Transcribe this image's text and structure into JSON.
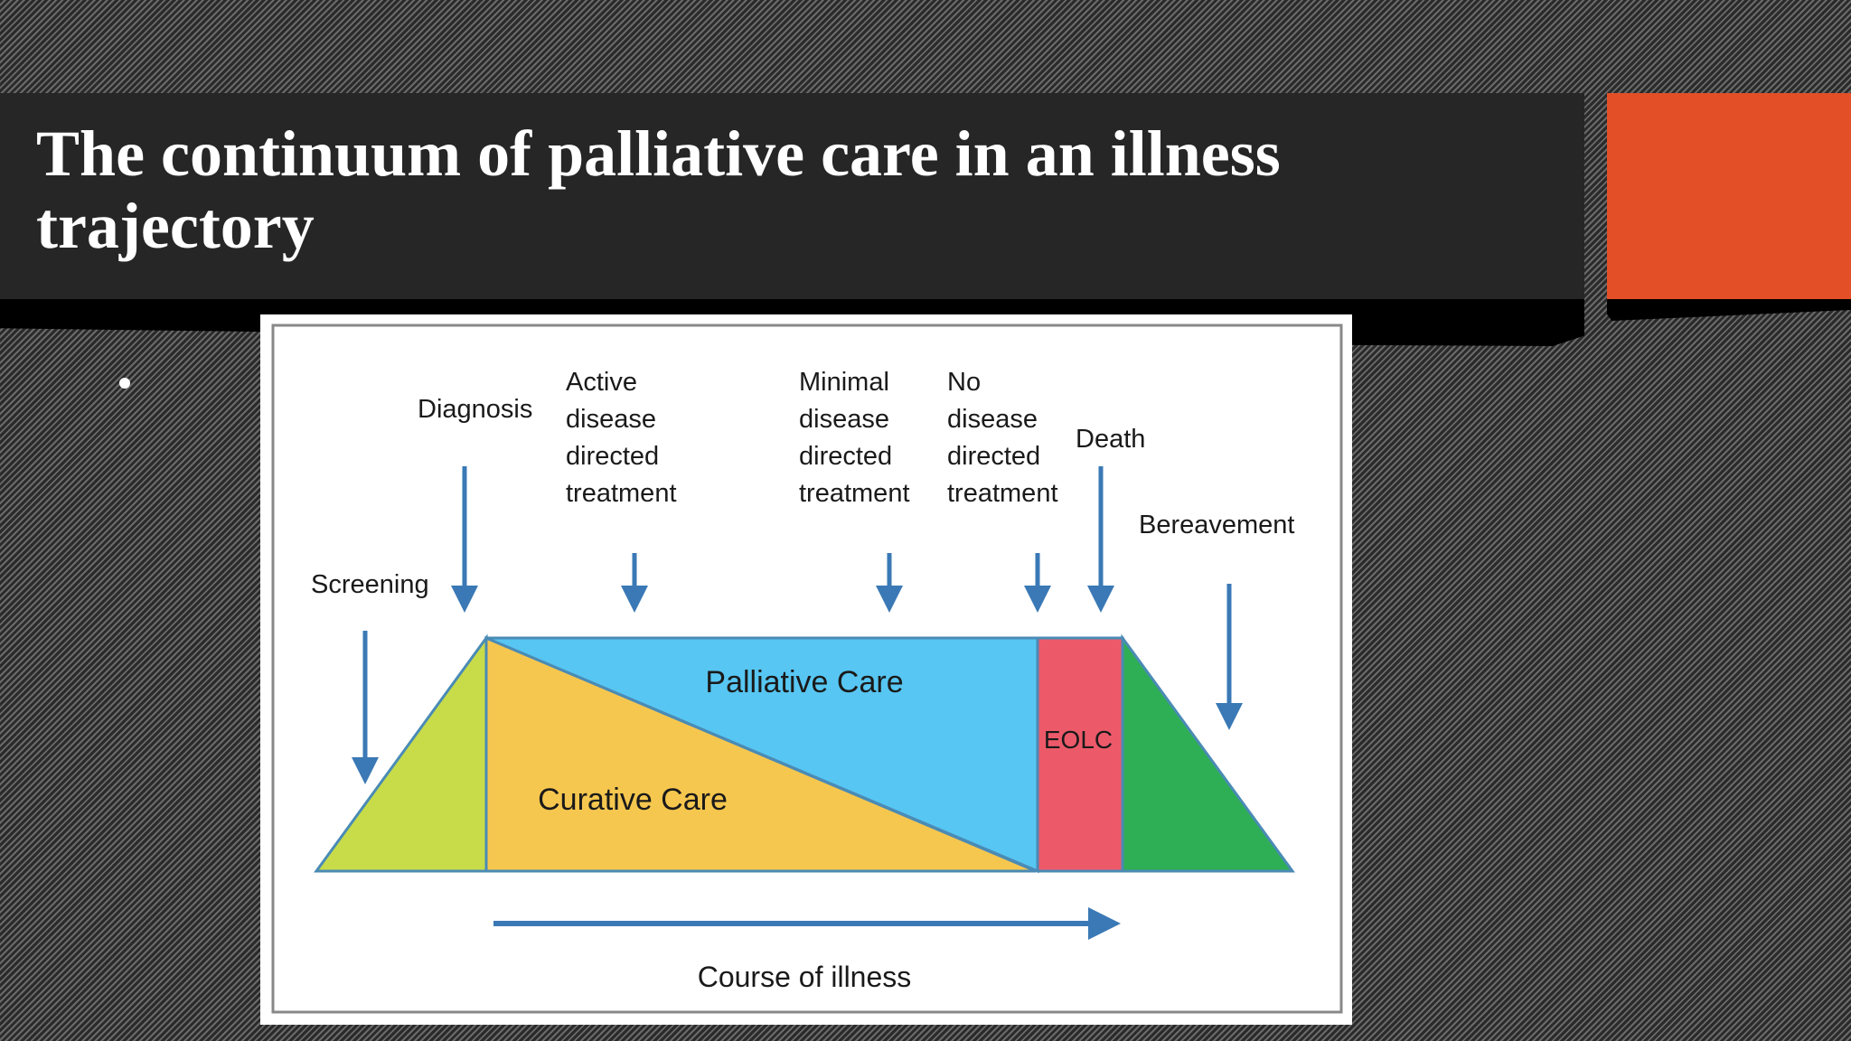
{
  "slide": {
    "title": "The continuum of palliative care in an illness trajectory"
  },
  "diagram": {
    "labels": {
      "screening": "Screening",
      "diagnosis": "Diagnosis",
      "active_line1": "Active",
      "active_line2": "disease",
      "active_line3": "directed",
      "active_line4": "treatment",
      "minimal_line1": "Minimal",
      "minimal_line2": "disease",
      "minimal_line3": "directed",
      "minimal_line4": "treatment",
      "no_line1": "No",
      "no_line2": "disease",
      "no_line3": "directed",
      "no_line4": "treatment",
      "death": "Death",
      "bereavement": "Bereavement",
      "palliative_care": "Palliative Care",
      "curative_care": "Curative Care",
      "eolc": "EOLC",
      "course_of_illness": "Course of illness"
    },
    "colors": {
      "accent": "#e34f26",
      "screening_region": "#c8dc4a",
      "curative_region": "#f6c74f",
      "palliative_region": "#57c6f2",
      "eolc_region": "#ec5a6a",
      "bereavement_region": "#2faf55",
      "arrow": "#3a79b5"
    }
  }
}
